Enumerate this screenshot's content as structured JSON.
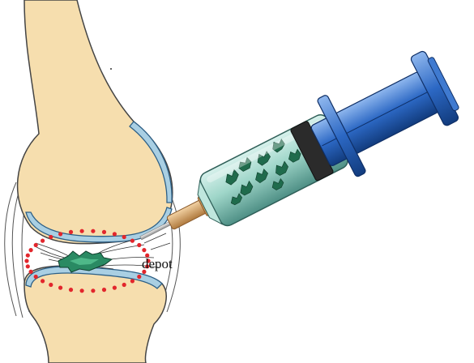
{
  "labels": {
    "depot": "depot"
  },
  "colors": {
    "bone": "#f6deae",
    "bone_outline": "#444444",
    "cartilage": "#a9cfe3",
    "cartilage_outline": "#2c5f86",
    "depot_ring": "#e2262c",
    "depot_particles": "#1f6b4c",
    "syringe_plunger": "#1c56a8",
    "syringe_barrel_fluid": "#8fd3c4",
    "needle_hub": "#d9a46a"
  },
  "icons": {
    "knee_joint": "knee-joint-illustration",
    "syringe": "syringe-illustration"
  }
}
